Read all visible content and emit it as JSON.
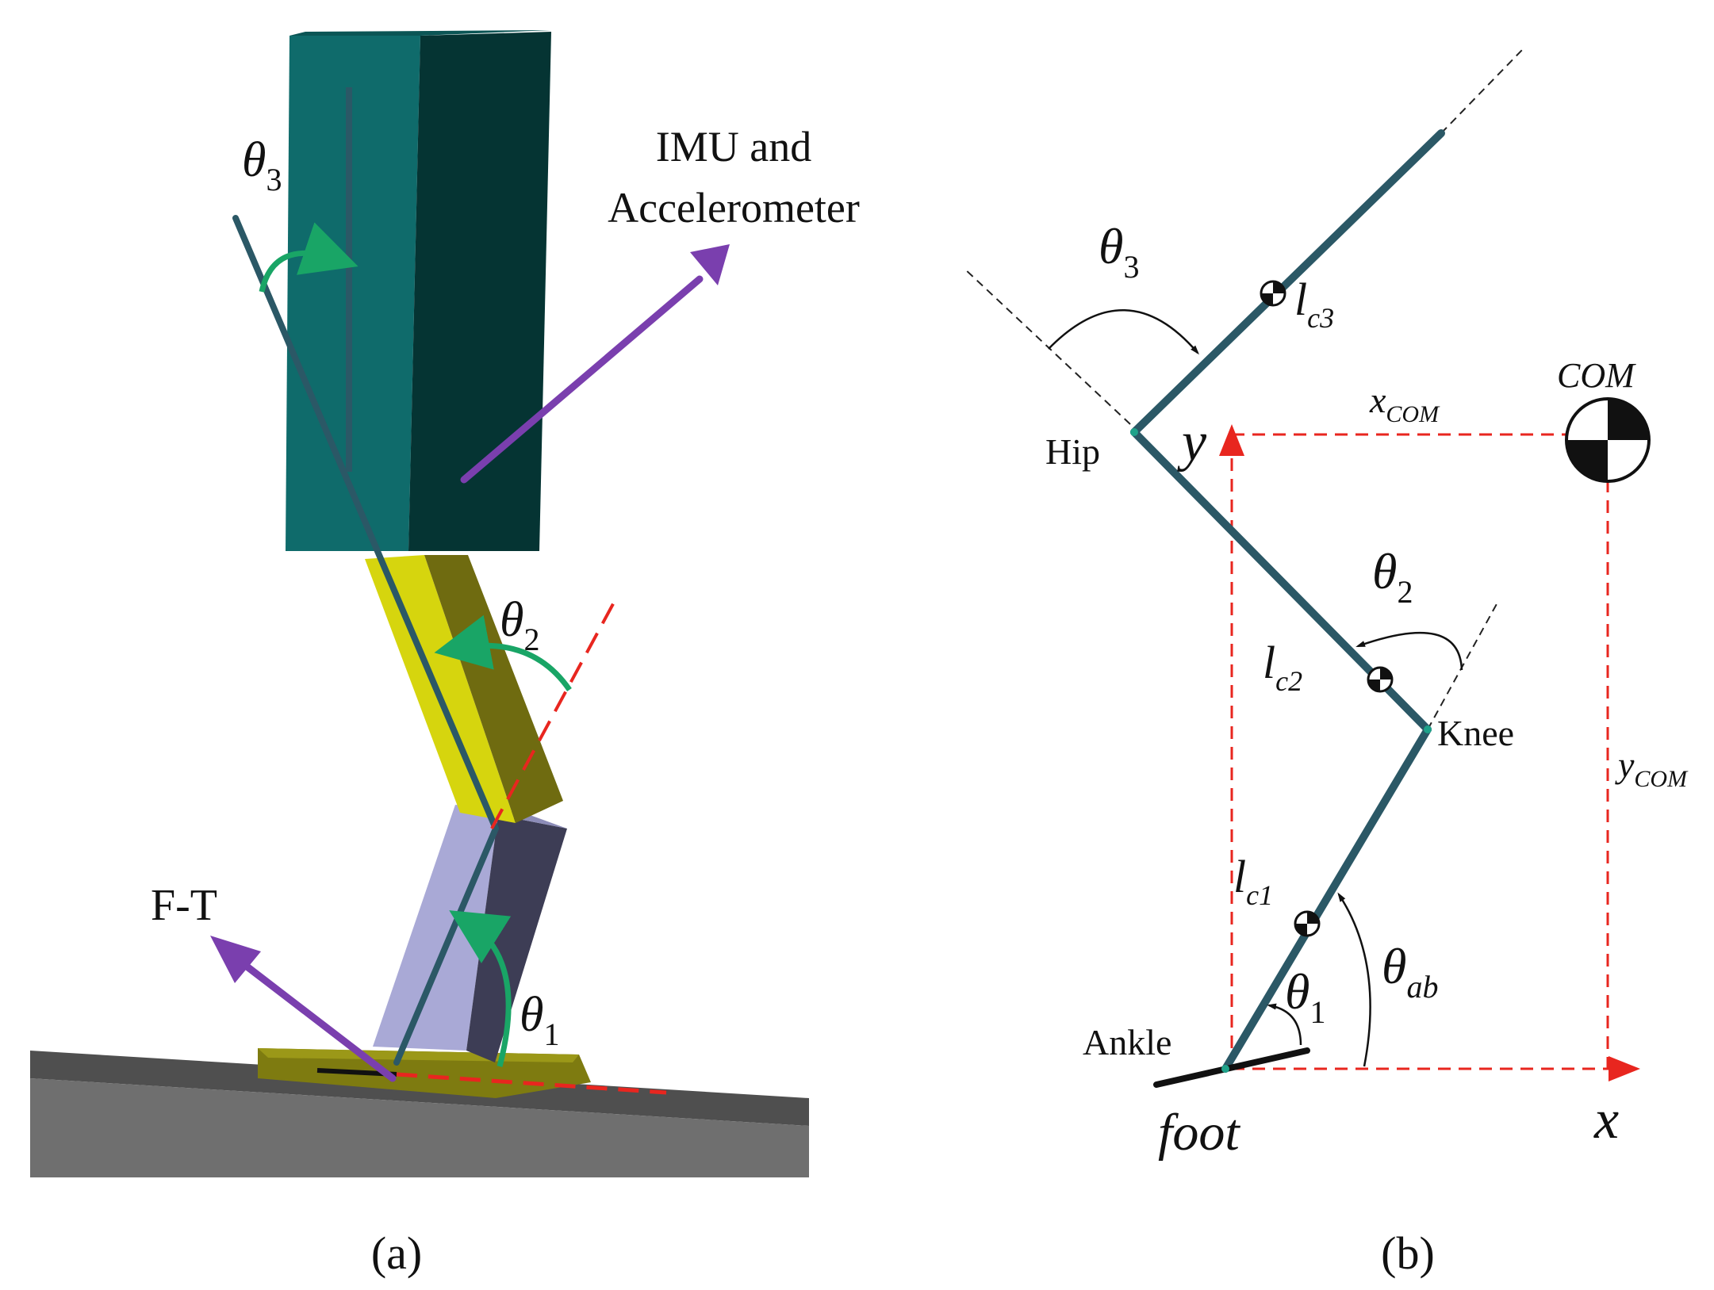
{
  "panel_a": {
    "label": "(a)",
    "imu_label_line1": "IMU and",
    "imu_label_line2": "Accelerometer",
    "ft_label": "F-T",
    "theta1": {
      "sym": "θ",
      "sub": "1"
    },
    "theta2": {
      "sym": "θ",
      "sub": "2"
    },
    "theta3": {
      "sym": "θ",
      "sub": "3"
    }
  },
  "panel_b": {
    "label": "(b)",
    "hip": "Hip",
    "knee": "Knee",
    "ankle": "Ankle",
    "foot": "foot",
    "com": "COM",
    "x_axis": "x",
    "y_axis": "y",
    "x_com": {
      "sym": "x",
      "sub": "COM"
    },
    "y_com": {
      "sym": "y",
      "sub": "COM"
    },
    "l_c1": {
      "sym": "l",
      "sub": "c1"
    },
    "l_c2": {
      "sym": "l",
      "sub": "c2"
    },
    "l_c3": {
      "sym": "l",
      "sub": "c3"
    },
    "theta1": {
      "sym": "θ",
      "sub": "1"
    },
    "theta2": {
      "sym": "θ",
      "sub": "2"
    },
    "theta3": {
      "sym": "θ",
      "sub": "3"
    },
    "theta_ab": {
      "sym": "θ",
      "sub": "ab"
    }
  },
  "colors": {
    "link": "#2b5866",
    "torso_front": "#0f6b6b",
    "torso_side": "#053433",
    "thigh_front": "#d6d50e",
    "thigh_side": "#6e6a0e",
    "shank_front": "#a9a9d6",
    "shank_side": "#3d3d55",
    "foot_plate": "#7d7a10",
    "ground_top": "#555555",
    "ground_front": "#6e6e6e",
    "arrow_green": "#19a566",
    "arrow_purple": "#7a3fae",
    "dashed_red": "#e8261f"
  }
}
